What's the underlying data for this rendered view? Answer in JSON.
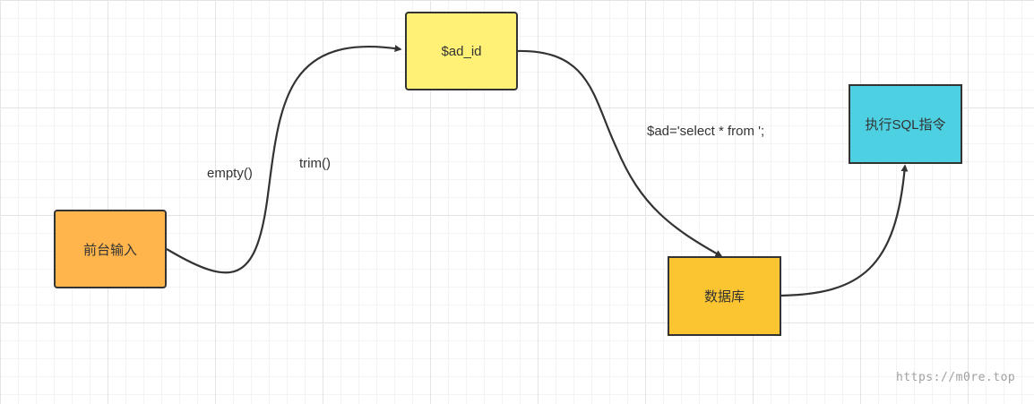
{
  "nodes": {
    "frontend_input": {
      "label": "前台输入",
      "fill": "#ffb54c"
    },
    "ad_id": {
      "label": "$ad_id",
      "fill": "#fff176"
    },
    "database": {
      "label": "数据库",
      "fill": "#fbc531"
    },
    "execute_sql": {
      "label": "执行SQL指令",
      "fill": "#4dd0e1"
    }
  },
  "edge_labels": {
    "empty": "empty()",
    "trim": "trim()",
    "select": "$ad='select * from ';"
  },
  "watermark": "https://m0re.top",
  "colors": {
    "stroke": "#333333",
    "grid": "#e4e4e4"
  }
}
